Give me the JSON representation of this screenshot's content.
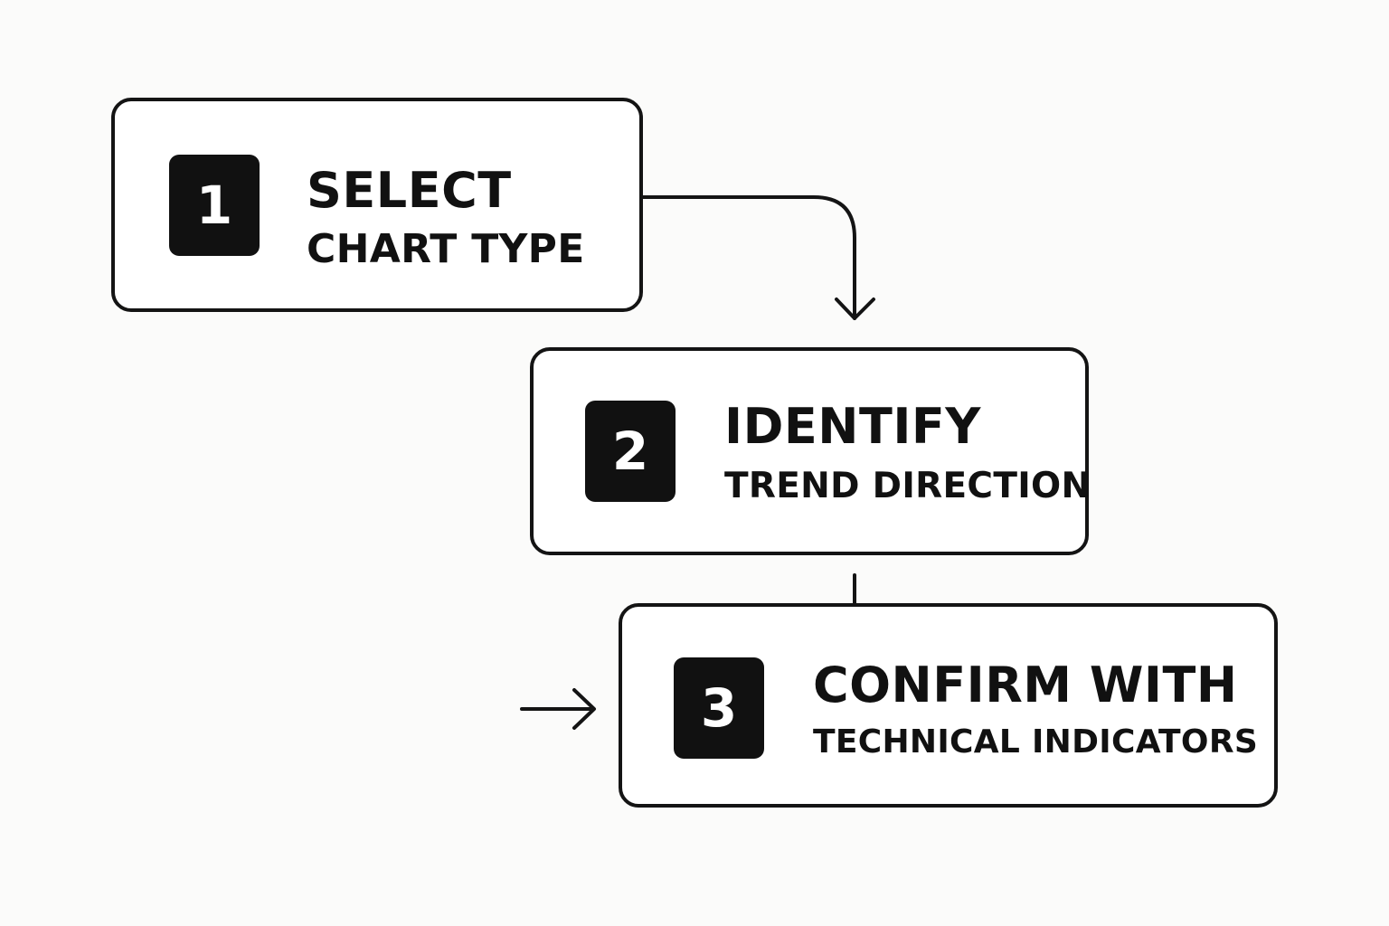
{
  "colors": {
    "background": "#fbfbfa",
    "stroke": "#141414",
    "badge_fill": "#111111",
    "badge_text": "#ffffff"
  },
  "steps": [
    {
      "number": "1",
      "title": "SELECT",
      "subtitle": "CHART TYPE"
    },
    {
      "number": "2",
      "title": "IDENTIFY",
      "subtitle": "TREND DIRECTION"
    },
    {
      "number": "3",
      "title": "CONFIRM WITH",
      "subtitle": "TECHNICAL INDICATORS"
    }
  ],
  "connectors": [
    {
      "from": "step-1",
      "to": "step-2",
      "style": "elbow-arrow"
    },
    {
      "from": "step-2",
      "to": "step-3",
      "style": "line"
    },
    {
      "to": "step-3",
      "style": "incoming-arrow"
    }
  ]
}
